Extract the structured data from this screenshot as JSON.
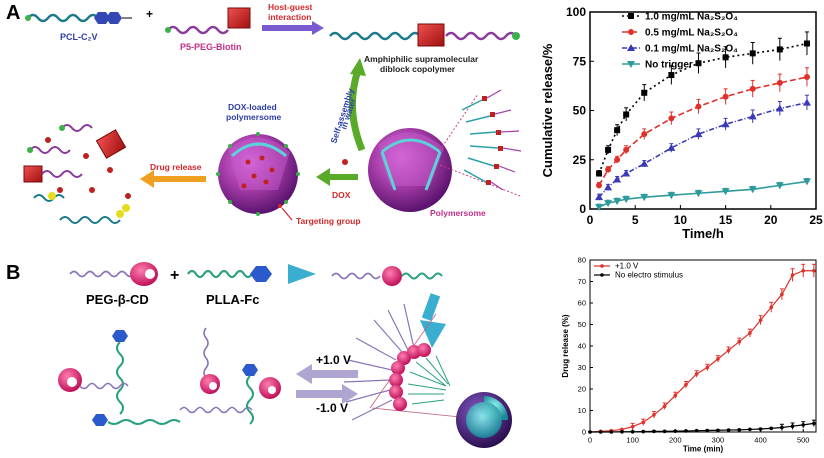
{
  "panel_a": {
    "letter": "A",
    "labels": {
      "pcl": "PCL-C₂V",
      "plus": "+",
      "p5": "P5-PEG-Biotin",
      "host_guest_1": "Host-guest",
      "host_guest_2": "interaction",
      "amphiphilic_1": "Amphiphilic supramolecular",
      "amphiphilic_2": "diblock copolymer",
      "self_assembly": "Self-assembly",
      "in_water": "in water",
      "dox_loaded_1": "DOX-loaded",
      "dox_loaded_2": "polymersome",
      "drug_release": "Drug release",
      "dox": "DOX",
      "polymersome": "Polymersome",
      "targeting": "Targeting group"
    }
  },
  "panel_b": {
    "letter": "B",
    "labels": {
      "peg_cd": "PEG-β-CD",
      "plus": "+",
      "plla_fc": "PLLA-Fc",
      "plus_v": "+1.0 V",
      "minus_v": "-1.0 V"
    }
  },
  "chart_data": [
    {
      "type": "line",
      "xlabel": "Time/h",
      "ylabel": "Cumulative release/%",
      "xlim": [
        0,
        25
      ],
      "ylim": [
        0,
        100
      ],
      "xticks": [
        0,
        5,
        10,
        15,
        20,
        25
      ],
      "yticks": [
        0,
        25,
        50,
        75,
        100
      ],
      "grid": false,
      "legend": "top-left",
      "series": [
        {
          "name": "1.0 mg/mL Na₂S₂O₄",
          "color": "#000000",
          "marker": "square",
          "dash": "2,3",
          "x": [
            1,
            2,
            3,
            4,
            6,
            9,
            12,
            15,
            18,
            21,
            24
          ],
          "y": [
            18,
            30,
            40,
            48,
            59,
            68,
            74,
            77,
            79,
            81,
            84
          ]
        },
        {
          "name": "0.5 mg/mL Na₂S₂O₄",
          "color": "#e0302a",
          "marker": "circle",
          "dash": "6,3",
          "x": [
            1,
            2,
            3,
            4,
            6,
            9,
            12,
            15,
            18,
            21,
            24
          ],
          "y": [
            12,
            20,
            25,
            30,
            38,
            46,
            52,
            57,
            61,
            64,
            67
          ]
        },
        {
          "name": "0.1 mg/mL Na₂S₂O₄",
          "color": "#3a3ab8",
          "marker": "triangle",
          "dash": "5,2,1,2",
          "x": [
            1,
            2,
            3,
            4,
            6,
            9,
            12,
            15,
            18,
            21,
            24
          ],
          "y": [
            6,
            11,
            15,
            18,
            23,
            31,
            38,
            43,
            47,
            51,
            54
          ]
        },
        {
          "name": "No trigger",
          "color": "#2e9a9a",
          "marker": "triangle-down",
          "dash": "",
          "x": [
            1,
            2,
            3,
            4,
            6,
            9,
            12,
            15,
            18,
            21,
            24
          ],
          "y": [
            1,
            3,
            4,
            5,
            6,
            7,
            8,
            9,
            10,
            12,
            14
          ]
        }
      ]
    },
    {
      "type": "line",
      "xlabel": "Time (min)",
      "ylabel": "Drug release (%)",
      "xlim": [
        0,
        530
      ],
      "ylim": [
        0,
        80
      ],
      "xticks": [
        0,
        100,
        200,
        300,
        400,
        500
      ],
      "yticks": [
        0,
        10,
        20,
        30,
        40,
        50,
        60,
        70,
        80
      ],
      "grid": false,
      "legend": "top-left",
      "series": [
        {
          "name": "+1.0 V",
          "color": "#e0302a",
          "marker": "circle",
          "x": [
            0,
            25,
            50,
            75,
            100,
            125,
            150,
            175,
            200,
            225,
            250,
            275,
            300,
            325,
            350,
            375,
            400,
            425,
            450,
            475,
            500,
            525
          ],
          "y": [
            0,
            0.3,
            0.6,
            1.2,
            2.5,
            4.5,
            8,
            12,
            17,
            22,
            27,
            30,
            34,
            38,
            42,
            46,
            52,
            58,
            64,
            73,
            75,
            75
          ]
        },
        {
          "name": "No electro stimulus",
          "color": "#000000",
          "marker": "circle",
          "x": [
            0,
            25,
            50,
            75,
            100,
            125,
            150,
            175,
            200,
            225,
            250,
            275,
            300,
            325,
            350,
            375,
            400,
            425,
            450,
            475,
            500,
            525
          ],
          "y": [
            0,
            0,
            0,
            0.1,
            0.1,
            0.2,
            0.3,
            0.3,
            0.4,
            0.5,
            0.6,
            0.7,
            0.8,
            0.9,
            1.0,
            1.2,
            1.4,
            1.7,
            2.1,
            2.7,
            3.3,
            4.0
          ]
        }
      ]
    }
  ]
}
